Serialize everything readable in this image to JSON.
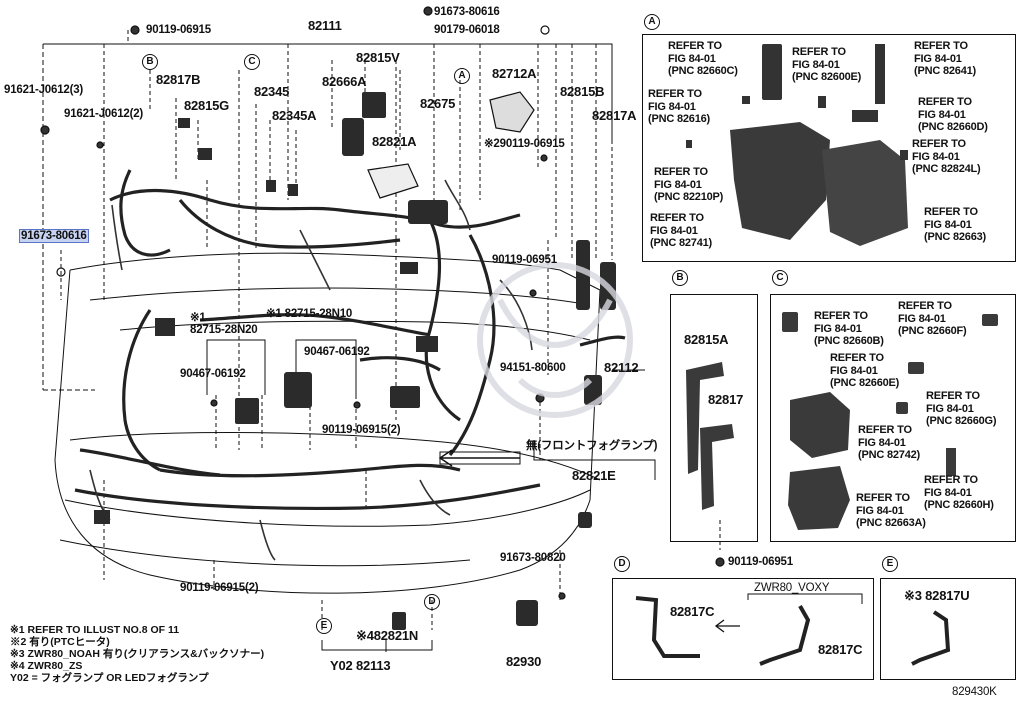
{
  "diagram_id": "829430K",
  "main_labels": {
    "p90119_06915_top": "90119-06915",
    "p82111": "82111",
    "p91673_80616_top": "91673-80616",
    "p90179_06018": "90179-06018",
    "p91621_J0612_3": "91621-J0612(3)",
    "p82817B": "82817B",
    "p82815V": "82815V",
    "p82666A": "82666A",
    "p82712A": "82712A",
    "p82815B": "82815B",
    "p82817A": "82817A",
    "p82815G": "82815G",
    "p82345": "82345",
    "p82345A": "82345A",
    "p82675": "82675",
    "p91621_J0612_2": "91621-J0612(2)",
    "p90119_06915_2_top": "※290119-06915",
    "p82821A": "82821A",
    "p91673_80616_left": "91673-80616",
    "p90119_06951_mid": "90119-06951",
    "p82715_28N10": "※1 82715-28N10",
    "p82715_28N20_mark": "※1",
    "p82715_28N20": "82715-28N20",
    "p90467_06192_mid": "90467-06192",
    "p90467_06192_left": "90467-06192",
    "p94151_80600": "94151-80600",
    "p82112": "82112",
    "p90119_06915_2_mid": "90119-06915(2)",
    "p_no_fog": "無(フロントフォグランプ)",
    "p82821E": "82821E",
    "p90119_06915_2_bot": "90119-06915(2)",
    "p91673_80820": "91673-80820",
    "p82821N": "※482821N",
    "p82113": "Y02 82113",
    "p82930": "82930"
  },
  "callouts": {
    "A": "A",
    "B": "B",
    "C": "C",
    "D": "D",
    "E": "E"
  },
  "panel_a": {
    "r1": "REFER TO\nFIG 84-01\n(PNC 82660C)",
    "r2": "REFER TO\nFIG 84-01\n(PNC 82600E)",
    "r3": "REFER TO\nFIG 84-01\n(PNC 82641)",
    "r4": "REFER TO\nFIG 84-01\n(PNC 82616)",
    "r5": "REFER TO\nFIG 84-01\n(PNC 82660D)",
    "r6": "REFER TO\nFIG 84-01\n(PNC 82824L)",
    "r7": "REFER TO\nFIG 84-01\n(PNC 82210P)",
    "r8": "REFER TO\nFIG 84-01\n(PNC 82663)",
    "r9": "REFER TO\nFIG 84-01\n(PNC 82741)"
  },
  "panel_b": {
    "p1": "82815A",
    "p2": "82817"
  },
  "panel_c": {
    "r1": "REFER TO\nFIG 84-01\n(PNC 82660B)",
    "r2": "REFER TO\nFIG 84-01\n(PNC 82660F)",
    "r3": "REFER TO\nFIG 84-01\n(PNC 82660E)",
    "r4": "REFER TO\nFIG 84-01\n(PNC 82660G)",
    "r5": "REFER TO\nFIG 84-01\n(PNC 82742)",
    "r6": "REFER TO\nFIG 84-01\n(PNC 82660H)",
    "r7": "REFER TO\nFIG 84-01\n(PNC 82663A)"
  },
  "below_b": "90119-06951",
  "panel_d": {
    "variant": "ZWR80_VOXY",
    "p1": "82817C",
    "p2": "82817C"
  },
  "panel_e": {
    "p1": "※3 82817U"
  },
  "notes": [
    "※1 REFER TO ILLUST NO.8 OF 11",
    "※2 有り(PTCヒータ)",
    "※3 ZWR80_NOAH 有り(クリアランス&バックソナー)",
    "※4 ZWR80_ZS",
    "Y02 = フォグランプ OR LEDフォグランプ"
  ],
  "colors": {
    "ink": "#111111",
    "highlight": "#c6d2f2",
    "highlight_border": "#5b74c8",
    "watermark": "#d8d8e0"
  }
}
